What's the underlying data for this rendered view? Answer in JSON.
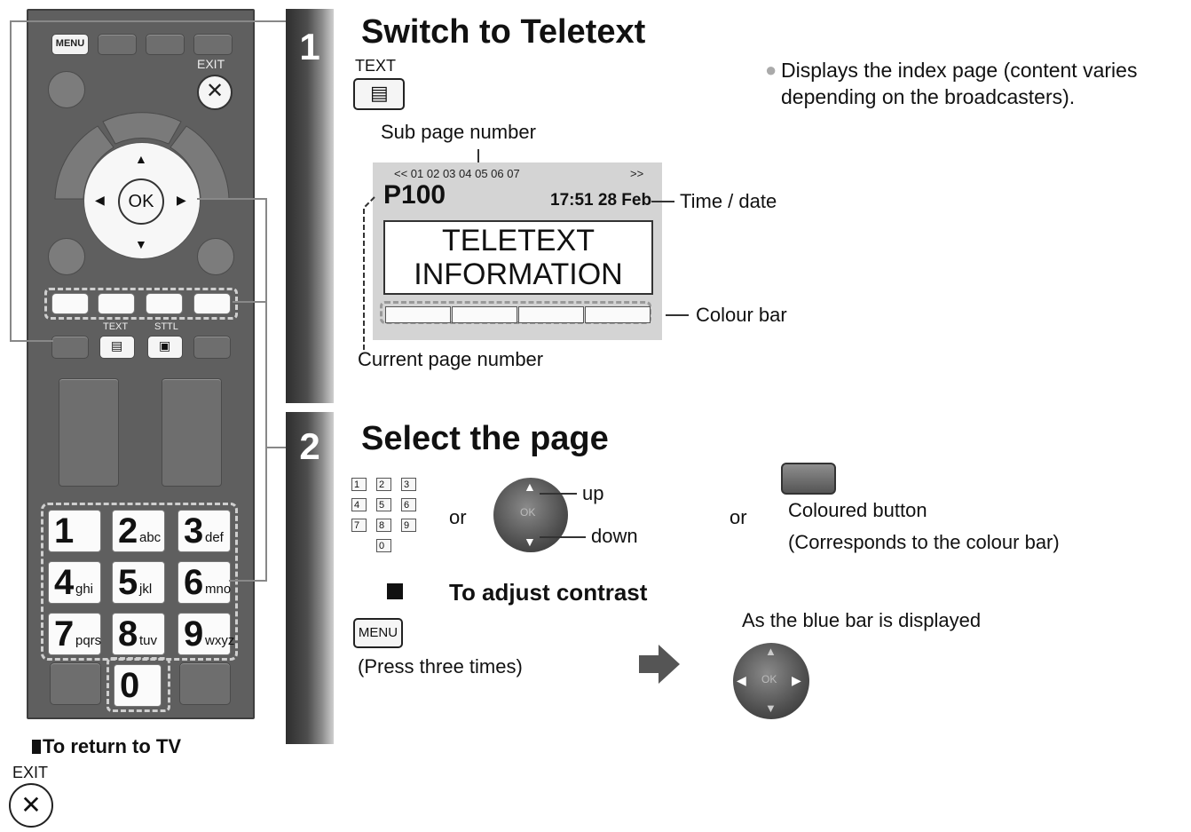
{
  "remote": {
    "menu_label": "MENU",
    "exit_label": "EXIT",
    "ok_label": "OK",
    "text_label": "TEXT",
    "sttl_label": "STTL",
    "keys": [
      {
        "n": "1",
        "s": ""
      },
      {
        "n": "2",
        "s": "abc"
      },
      {
        "n": "3",
        "s": "def"
      },
      {
        "n": "4",
        "s": "ghi"
      },
      {
        "n": "5",
        "s": "jkl"
      },
      {
        "n": "6",
        "s": "mno"
      },
      {
        "n": "7",
        "s": "pqrs"
      },
      {
        "n": "8",
        "s": "tuv"
      },
      {
        "n": "9",
        "s": "wxyz"
      },
      {
        "n": "0",
        "s": ""
      }
    ]
  },
  "return_tv": {
    "title": "To return to TV",
    "exit_label": "EXIT"
  },
  "step1": {
    "number": "1",
    "heading": "Switch to Teletext",
    "text_key_label": "TEXT",
    "note": "Displays the index page (content varies depending on the broadcasters).",
    "sub_page_label": "Sub page number",
    "time_date_label": "Time / date",
    "colour_bar_label": "Colour bar",
    "current_page_label": "Current page number",
    "screen": {
      "subpages_left": "<< 01 02 03 04 05 06 07",
      "subpages_right": ">>",
      "page": "P100",
      "time": "17:51 28 Feb",
      "line1": "TELETEXT",
      "line2": "INFORMATION"
    }
  },
  "step2": {
    "number": "2",
    "heading": "Select the page",
    "or1": "or",
    "up": "up",
    "down": "down",
    "or2": "or",
    "coloured_button": "Coloured button",
    "corresponds": "(Corresponds to the colour bar)",
    "pad_keys": [
      "1",
      "2",
      "3",
      "4",
      "5",
      "6",
      "7",
      "8",
      "9",
      "0"
    ],
    "contrast_title": "To adjust contrast",
    "menu_label": "MENU",
    "press_three": "(Press three times)",
    "blue_bar": "As the blue bar is displayed",
    "dpad_ok": "OK"
  }
}
